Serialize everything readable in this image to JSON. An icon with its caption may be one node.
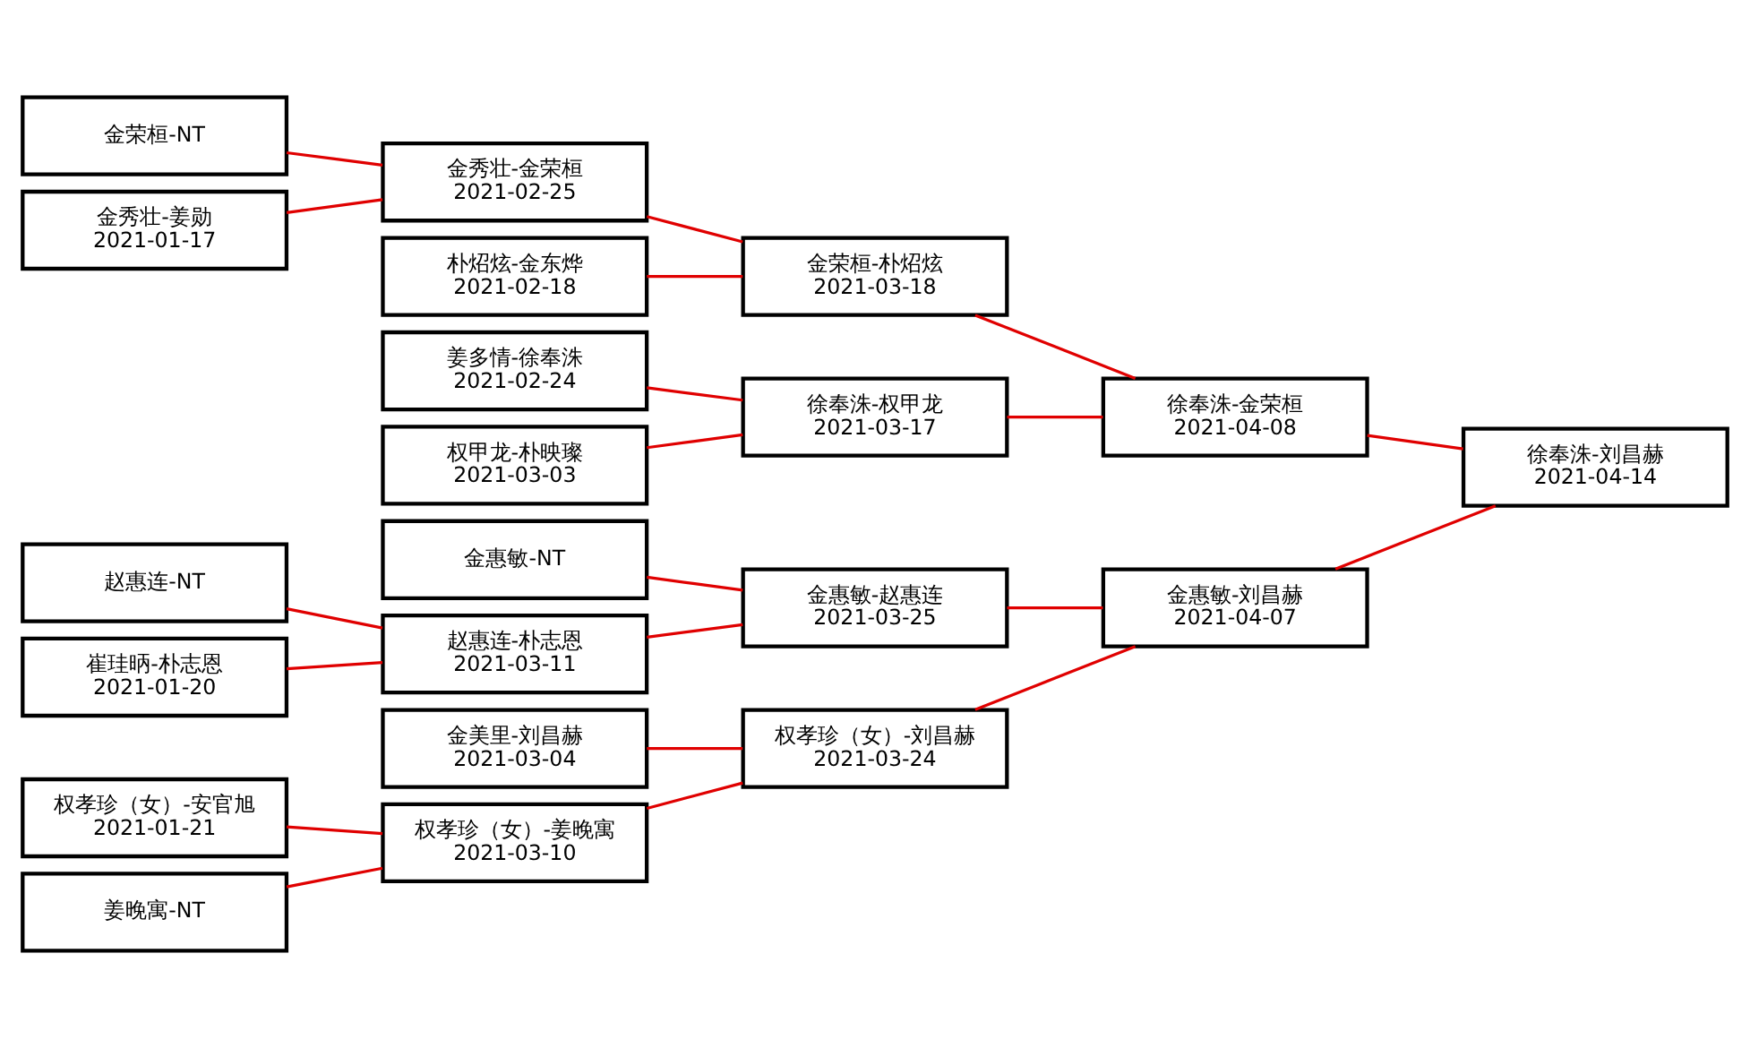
{
  "diagram": {
    "nodes": [
      {
        "text": [
          "金荣桓-NT"
        ]
      },
      {
        "text": [
          "金秀壮-姜勋",
          "2021-01-17"
        ]
      },
      {
        "text": [
          "权孝珍（女）-安官旭",
          "2021-01-21"
        ]
      },
      {
        "text": [
          "姜晚寓-NT"
        ]
      },
      {
        "text": [
          "赵惠连-NT"
        ]
      },
      {
        "text": [
          "崔珪昞-朴志恩",
          "2021-01-20"
        ]
      },
      {
        "text": [
          "姜多情-徐奉洙",
          "2021-02-24"
        ]
      },
      {
        "text": [
          "权甲龙-朴映璨",
          "2021-03-03"
        ]
      },
      {
        "text": [
          "金秀壮-金荣桓",
          "2021-02-25"
        ]
      },
      {
        "text": [
          "朴炤炫-金东烨",
          "2021-02-18"
        ]
      },
      {
        "text": [
          "金美里-刘昌赫",
          "2021-03-04"
        ]
      },
      {
        "text": [
          "权孝珍（女）-姜晚寓",
          "2021-03-10"
        ]
      },
      {
        "text": [
          "金惠敏-NT"
        ]
      },
      {
        "text": [
          "赵惠连-朴志恩",
          "2021-03-11"
        ]
      },
      {
        "text": [
          "徐奉洙-权甲龙",
          "2021-03-17"
        ]
      },
      {
        "text": [
          "金荣桓-朴炤炫",
          "2021-03-18"
        ]
      },
      {
        "text": [
          "权孝珍（女）-刘昌赫",
          "2021-03-24"
        ]
      },
      {
        "text": [
          "金惠敏-赵惠连",
          "2021-03-25"
        ]
      },
      {
        "text": [
          "徐奉洙-金荣桓",
          "2021-04-08"
        ]
      },
      {
        "text": [
          "金惠敏-刘昌赫",
          "2021-04-07"
        ]
      },
      {
        "text": [
          "徐奉洙-刘昌赫",
          "2021-04-14"
        ]
      }
    ],
    "edges": [
      {
        "from": 0,
        "to": 8,
        "arrow": "none"
      },
      {
        "from": 1,
        "to": 8,
        "arrow": "none"
      },
      {
        "from": 2,
        "to": 11,
        "arrow": "none"
      },
      {
        "from": 3,
        "to": 11,
        "arrow": "none"
      },
      {
        "from": 4,
        "to": 13,
        "arrow": "none"
      },
      {
        "from": 5,
        "to": 13,
        "arrow": "none"
      },
      {
        "from": 6,
        "to": 14,
        "arrow": "none"
      },
      {
        "from": 7,
        "to": 14,
        "arrow": "none"
      },
      {
        "from": 8,
        "to": 15,
        "arrow": "none"
      },
      {
        "from": 9,
        "to": 15,
        "arrow": "none"
      },
      {
        "from": 10,
        "to": 16,
        "arrow": "none"
      },
      {
        "from": 11,
        "to": 16,
        "arrow": "none"
      },
      {
        "from": 12,
        "to": 17,
        "arrow": "none"
      },
      {
        "from": 13,
        "to": 17,
        "arrow": "none"
      },
      {
        "from": 14,
        "to": 18,
        "arrow": "none"
      },
      {
        "from": 15,
        "to": 18,
        "arrow": "none"
      },
      {
        "from": 16,
        "to": 19,
        "arrow": "none"
      },
      {
        "from": 17,
        "to": 19,
        "arrow": "none"
      },
      {
        "from": 18,
        "to": 20,
        "arrow": "none"
      },
      {
        "from": 19,
        "to": 20,
        "arrow": "none"
      }
    ]
  }
}
